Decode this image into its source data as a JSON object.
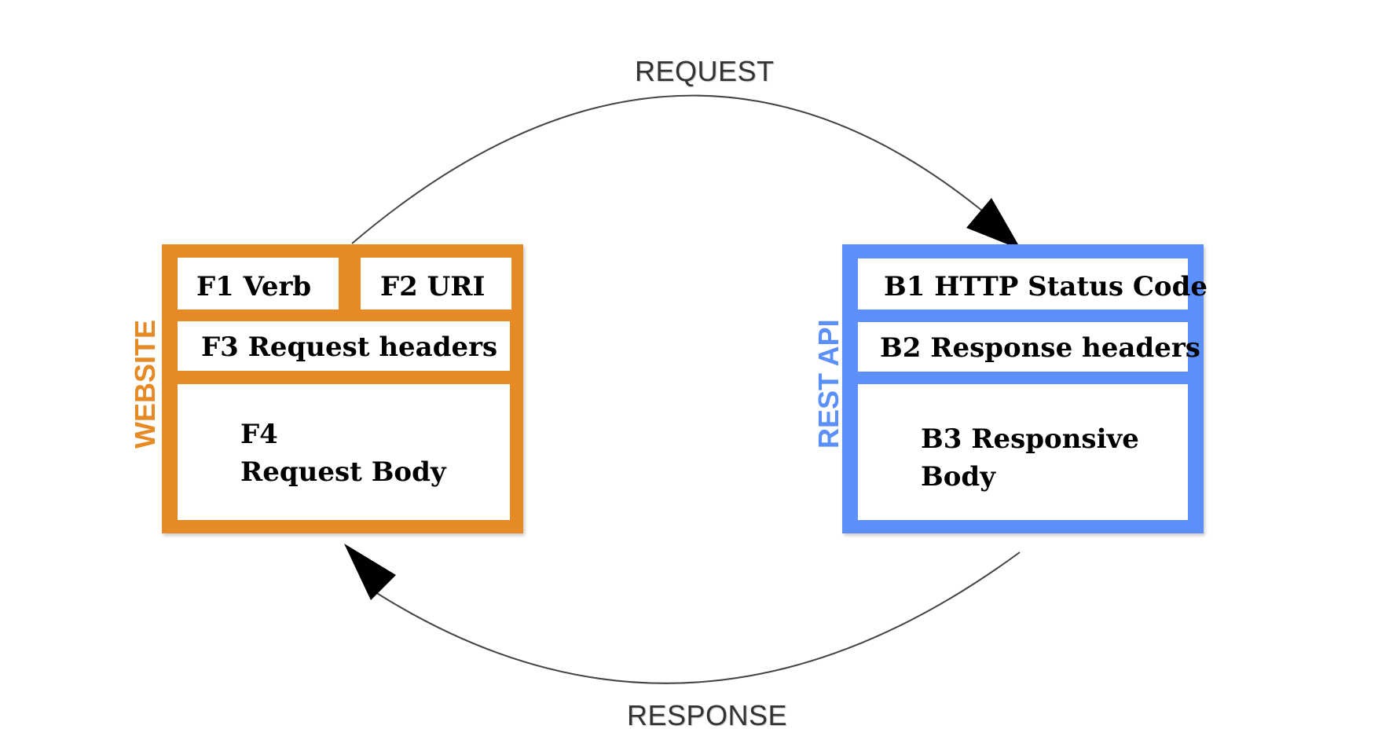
{
  "flows": {
    "request": "REQUEST",
    "response": "RESPONSE"
  },
  "website": {
    "label": "WEBSITE",
    "color": "#E68A26",
    "f1": "F1 Verb",
    "f2": "F2 URI",
    "f3": "F3 Request headers",
    "f4_line1": "F4",
    "f4_line2": "Request Body"
  },
  "rest_api": {
    "label": "REST API",
    "color": "#5B8FF9",
    "b1": "B1 HTTP Status Code",
    "b2": "B2 Response headers",
    "b3_line1": "B3 Responsive",
    "b3_line2": "Body"
  }
}
